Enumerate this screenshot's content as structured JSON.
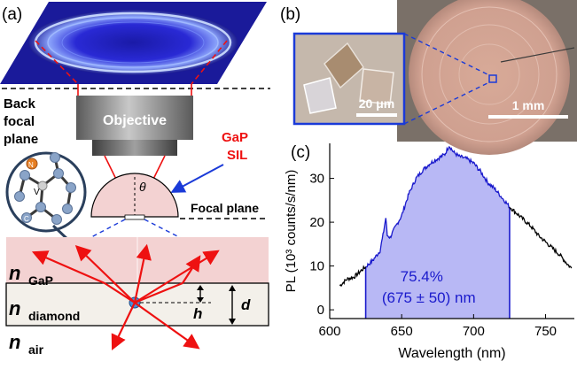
{
  "panel_a": {
    "label": "(a)",
    "back_focal_plane": [
      "Back",
      "focal",
      "plane"
    ],
    "objective": "Objective",
    "gap_sil": [
      "GaP",
      "SIL"
    ],
    "theta": "θ",
    "focal_plane": "Focal plane",
    "n_gap": "n",
    "n_gap_sub": "GaP",
    "n_diamond": "n",
    "n_diamond_sub": "diamond",
    "n_air": "n",
    "n_air_sub": "air",
    "h": "h",
    "d": "d",
    "molecule_n": "N",
    "molecule_v": "V",
    "molecule_c": "C"
  },
  "panel_b": {
    "label": "(b)",
    "scale_inset": "20 μm",
    "scale_main": "1 mm"
  },
  "panel_c": {
    "label": "(c)",
    "percent": "75.4%",
    "range": "(675 ± 50) nm"
  },
  "chart_data": {
    "type": "line",
    "xlabel": "Wavelength (nm)",
    "ylabel": "PL (10³ counts/s/nm)",
    "xlim": [
      600,
      770
    ],
    "ylim": [
      -2,
      38
    ],
    "xticks": [
      600,
      650,
      700,
      750
    ],
    "yticks": [
      0,
      10,
      20,
      30
    ],
    "shaded_range": [
      625,
      725
    ],
    "colors": {
      "line_outside": "#000000",
      "line_inside": "#1a1acc",
      "fill": "#b8b8f5"
    },
    "x": [
      607,
      612,
      617,
      622,
      625,
      630,
      635,
      637,
      639,
      640,
      642,
      645,
      650,
      655,
      660,
      665,
      670,
      675,
      680,
      683,
      686,
      690,
      695,
      700,
      705,
      710,
      715,
      720,
      725,
      730,
      735,
      740,
      745,
      750,
      755,
      760,
      765,
      768
    ],
    "y": [
      5.5,
      7.0,
      7.5,
      9.0,
      9.8,
      11.3,
      13.5,
      17.0,
      21.0,
      17.0,
      16.5,
      18.5,
      21.5,
      26.5,
      30.0,
      32.0,
      33.5,
      34.5,
      35.5,
      37.5,
      36.0,
      35.0,
      34.5,
      33.5,
      31.5,
      29.0,
      27.5,
      25.5,
      23.5,
      22.0,
      20.5,
      19.0,
      17.0,
      15.5,
      14.0,
      12.5,
      10.5,
      9.5
    ]
  }
}
